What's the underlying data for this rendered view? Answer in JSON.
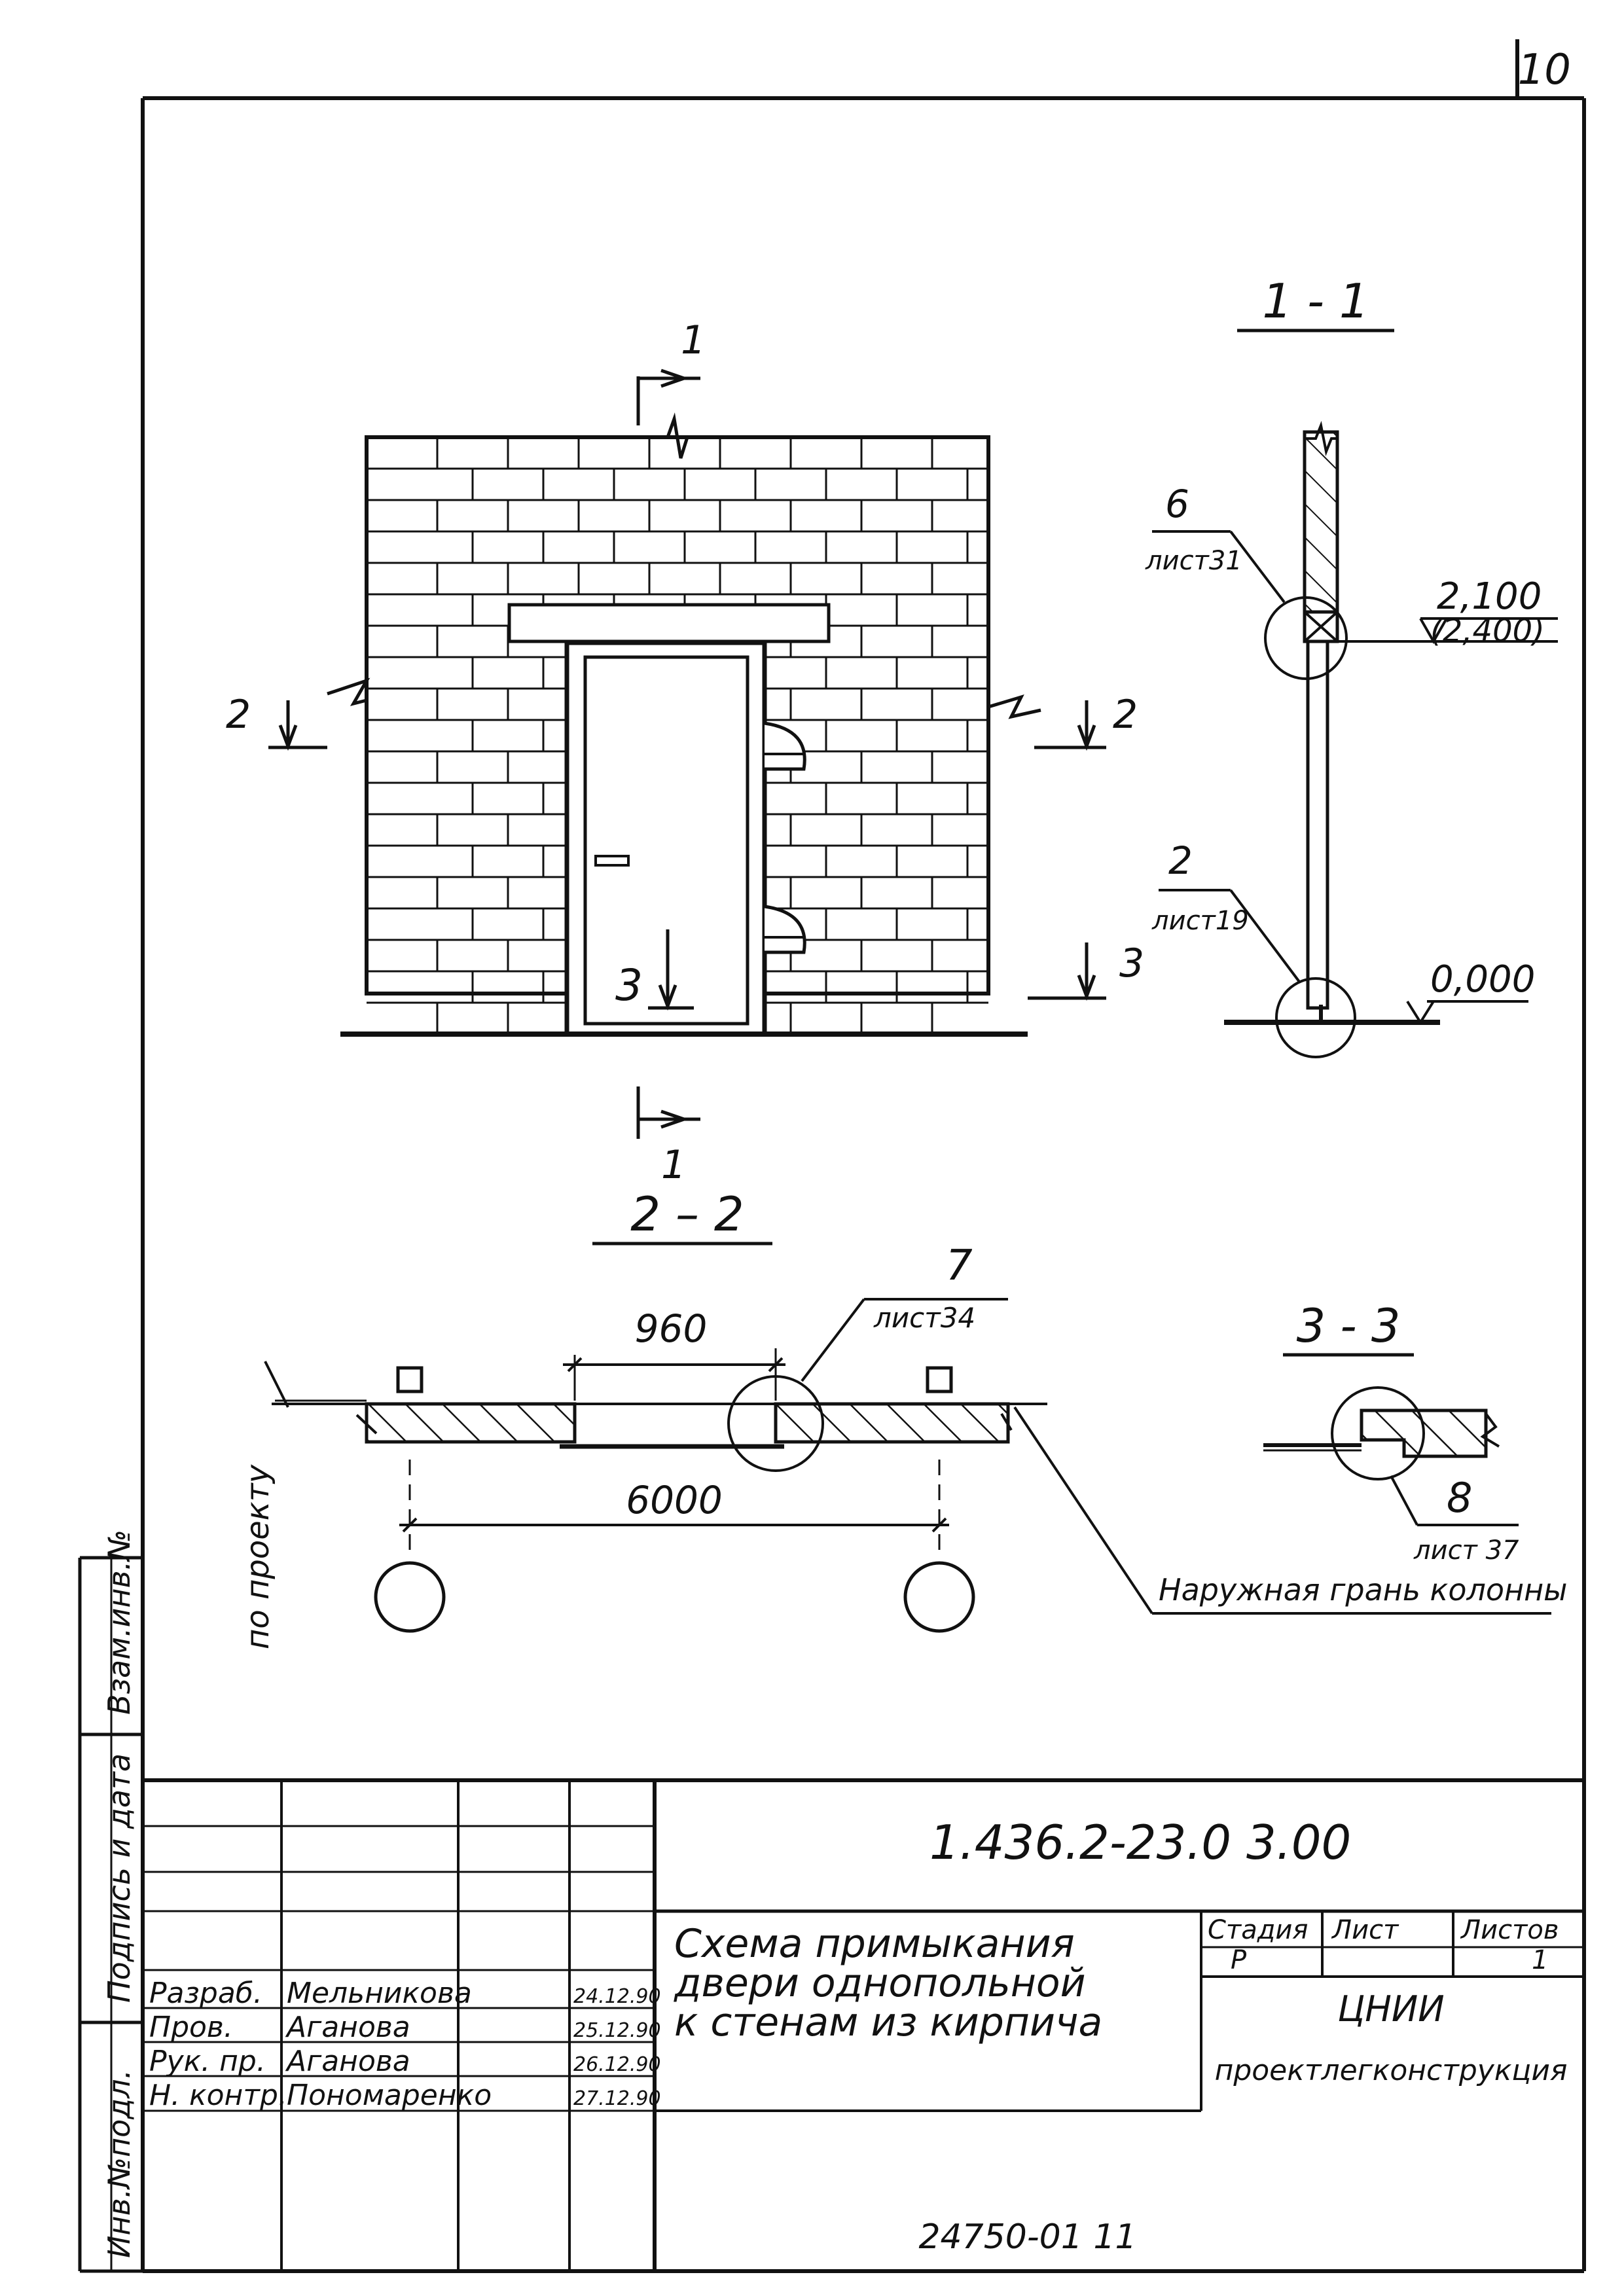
{
  "sheet": {
    "page_number": "10",
    "code": "1.436.2-23.0  3.00",
    "copy_note": "24750-01   11"
  },
  "title": {
    "line1": "Схема примыкания",
    "line2": "двери однопольной",
    "line3": "к стенам из кирпича"
  },
  "stamp": {
    "headers": {
      "stage": "Стадия",
      "sheet": "Лист",
      "sheets": "Листов"
    },
    "values": {
      "stage": "Р",
      "sheet": "",
      "sheets": "1"
    },
    "org_line1": "ЦНИИ",
    "org_line2": "проектлегконструкция",
    "rows": [
      {
        "role": "Разраб.",
        "name": "Мельникова",
        "date": "24.12.90"
      },
      {
        "role": "Пров.",
        "name": "Аганова",
        "date": "25.12.90"
      },
      {
        "role": "Рук. пр.",
        "name": "Аганова",
        "date": "26.12.90"
      },
      {
        "role": "Н. контр.",
        "name": "Пономаренко",
        "date": "27.12.90"
      }
    ]
  },
  "side_stamp": {
    "inv_orig": "Инв.№подл.",
    "sign_date": "Подпись и дата",
    "vzam_inv": "Взам.инв.№"
  },
  "section_1_1": {
    "title": "1 - 1",
    "callout_6": {
      "num": "6",
      "sheet": "лист31"
    },
    "callout_2": {
      "num": "2",
      "sheet": "лист19"
    },
    "level_top": "2,100",
    "level_top_alt": "(2,400)",
    "level_bottom": "0,000"
  },
  "elevation": {
    "cut_1_top": "1",
    "cut_1_bottom": "1",
    "cut_2_left": "2",
    "cut_2_right": "2",
    "cut_3_left": "3",
    "cut_3_right": "3"
  },
  "section_2_2": {
    "title": "2 – 2",
    "dim_opening": "960",
    "dim_columns": "6000",
    "callout_7": {
      "num": "7",
      "sheet": "лист34"
    },
    "side_label": "по проекту",
    "outer_face_label": "Наружная грань колонны"
  },
  "section_3_3": {
    "title": "3 - 3",
    "callout_8": {
      "num": "8",
      "sheet": "лист 37"
    }
  }
}
